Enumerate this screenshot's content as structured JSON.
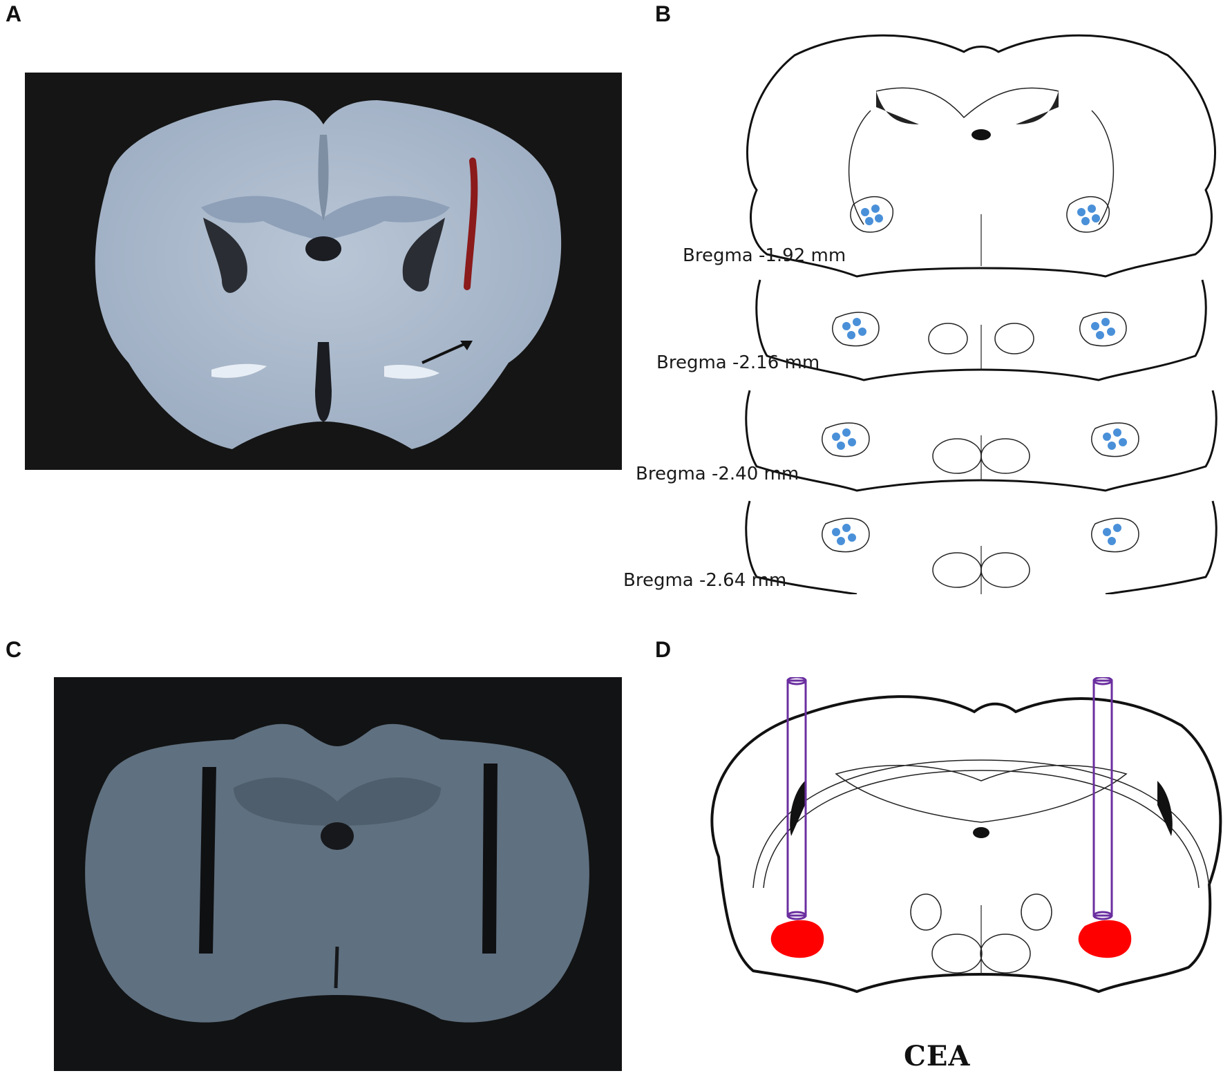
{
  "panels": {
    "a": {
      "letter": "A"
    },
    "b": {
      "letter": "B",
      "sections": [
        {
          "label": "Bregma -1.92 mm"
        },
        {
          "label": "Bregma -2.16 mm"
        },
        {
          "label": "Bregma -2.40 mm"
        },
        {
          "label": "Bregma -2.64 mm"
        }
      ],
      "marker_color": "#4a90d9"
    },
    "c": {
      "letter": "C"
    },
    "d": {
      "letter": "D",
      "label": "CEA",
      "cannula_color": "#6b2fa0",
      "target_color": "#ff0000"
    }
  }
}
